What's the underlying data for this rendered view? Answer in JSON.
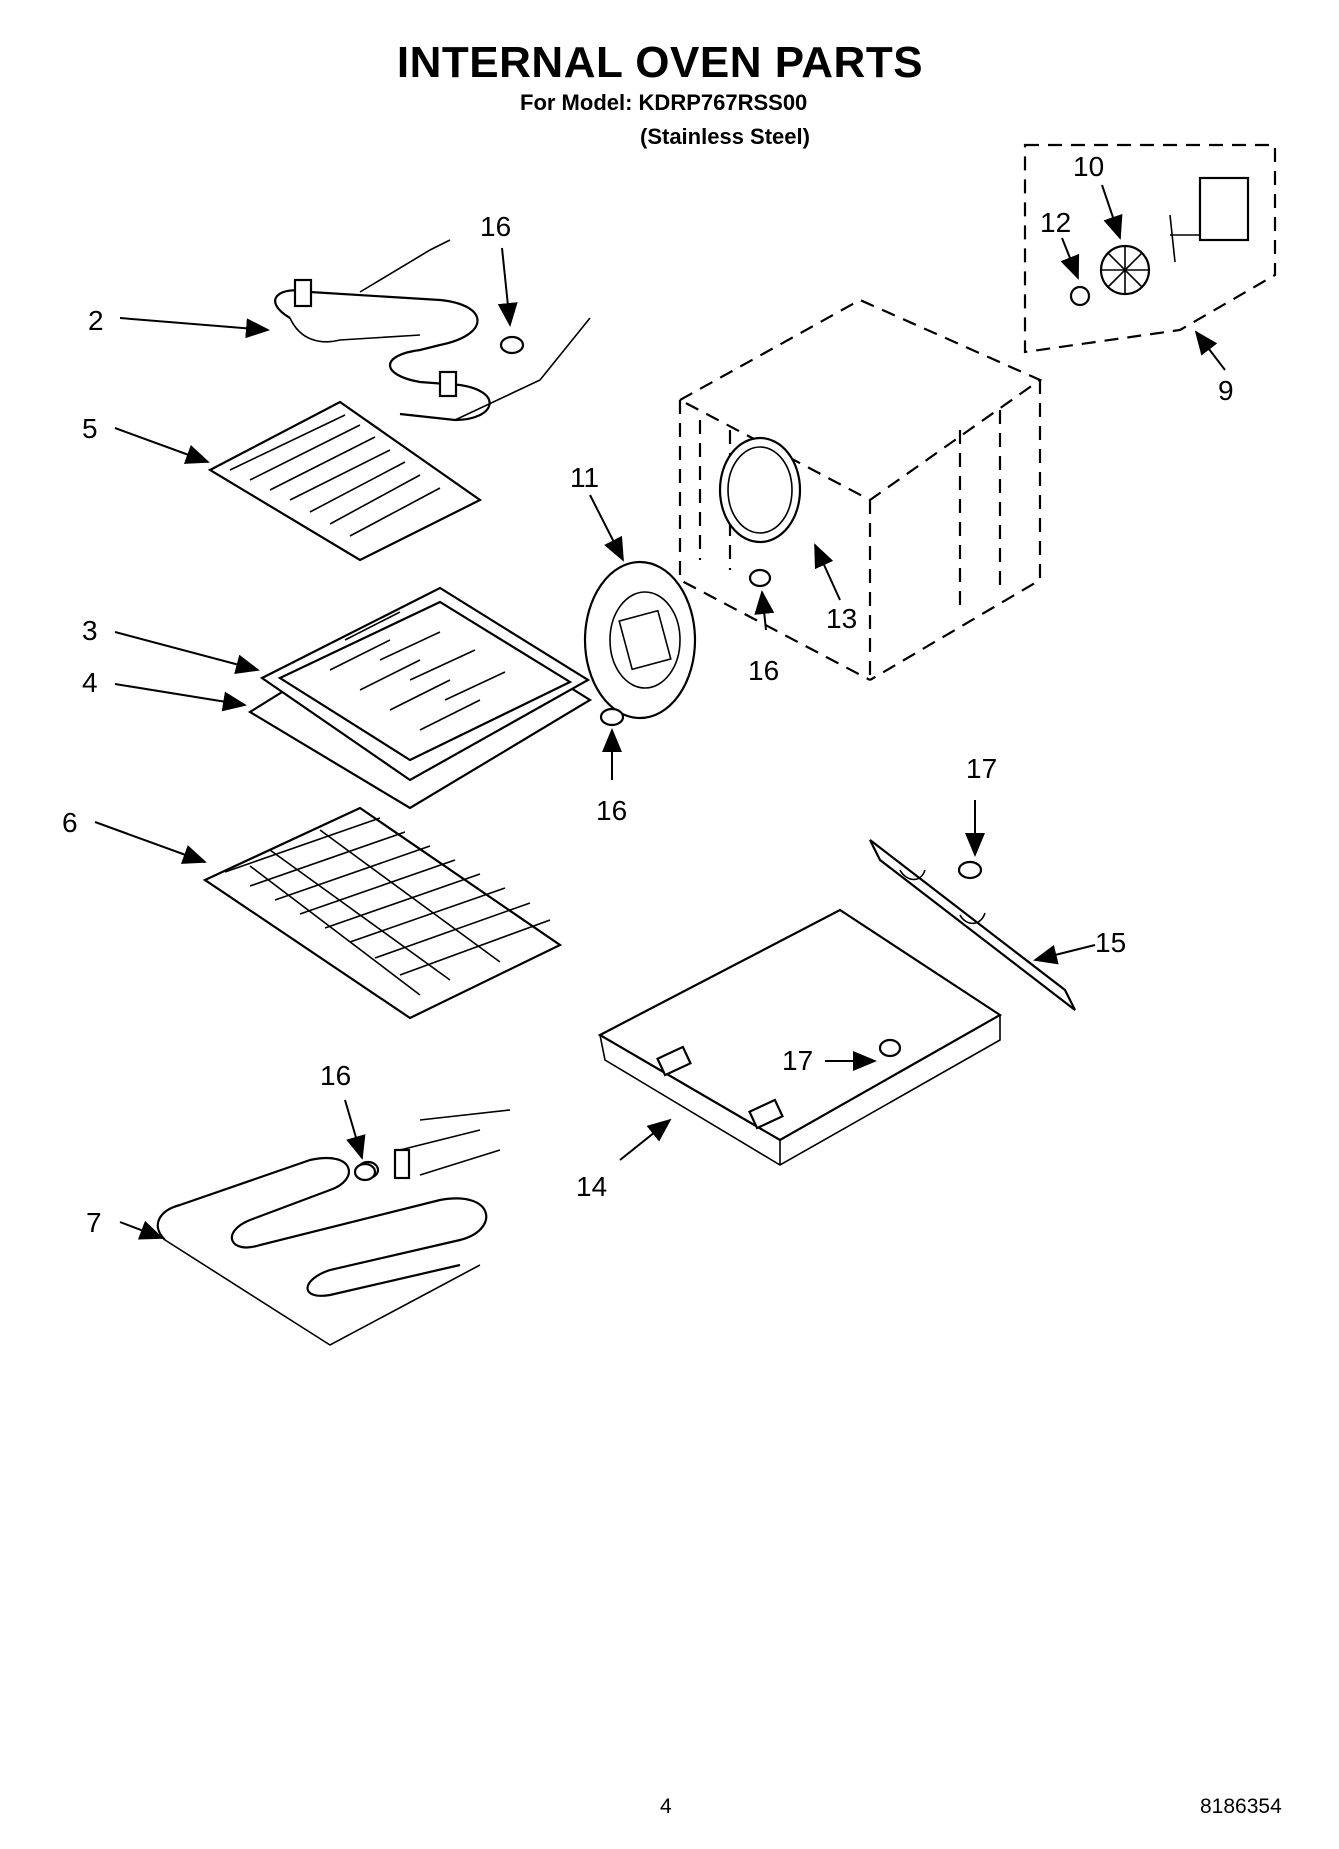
{
  "header": {
    "title": "INTERNAL OVEN PARTS",
    "model_line": "For Model: KDRP767RSS00",
    "finish_line": "(Stainless Steel)"
  },
  "callouts": {
    "c2": "2",
    "c3": "3",
    "c4": "4",
    "c5": "5",
    "c6": "6",
    "c7": "7",
    "c9": "9",
    "c10": "10",
    "c11": "11",
    "c12": "12",
    "c13": "13",
    "c14": "14",
    "c15": "15",
    "c16a": "16",
    "c16b": "16",
    "c16c": "16",
    "c16d": "16",
    "c17a": "17",
    "c17b": "17"
  },
  "footer": {
    "page_number": "4",
    "document_number": "8186354"
  }
}
